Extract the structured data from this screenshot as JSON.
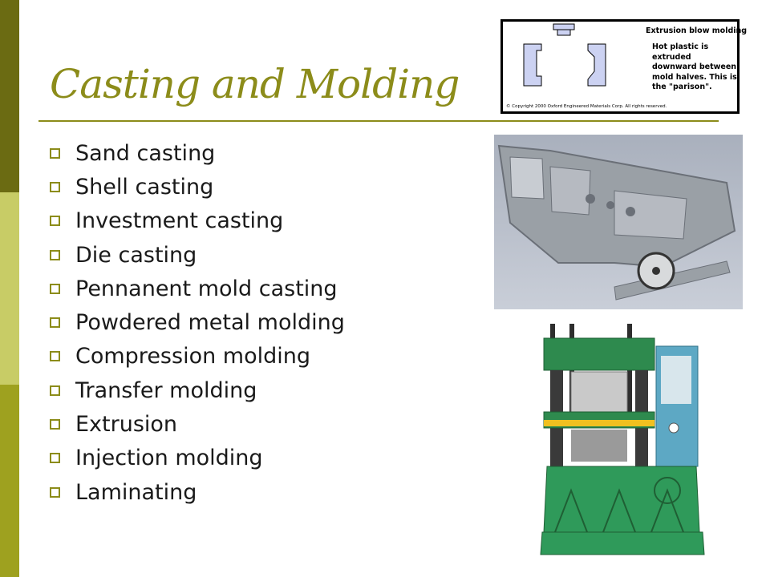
{
  "colors": {
    "accent": "#8c8c1a",
    "sidebar_dark": "#6b6b12",
    "sidebar_light": "#c8cc66",
    "sidebar_mid": "#9ea11f"
  },
  "slide": {
    "title": "Casting and Molding",
    "bullets": [
      "Sand casting",
      "Shell casting",
      "Investment casting",
      "Die casting",
      "Pennanent mold casting",
      "Powdered metal molding",
      "Compression molding",
      "Transfer molding",
      "Extrusion",
      "Injection molding",
      "Laminating"
    ]
  },
  "diagram": {
    "title": "Extrusion blow molding",
    "text": "Hot plastic is extruded downward between mold halves.  This is the \"parison\".",
    "copyright": "© Copyright 2000 Oxford Engineered Materials Corp.  All rights reserved."
  },
  "images": {
    "cast_part_photo": "cast-metal-part",
    "press_photo": "hydraulic-molding-press"
  }
}
